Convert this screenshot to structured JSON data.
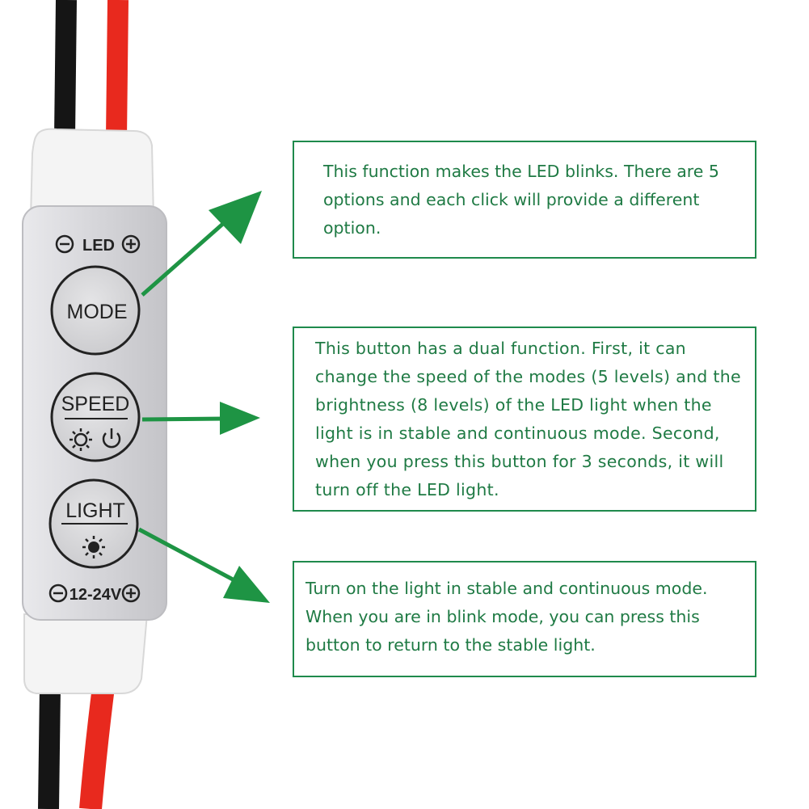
{
  "device": {
    "top_label": "LED",
    "bottom_label": "12-24V",
    "buttons": [
      {
        "label": "MODE"
      },
      {
        "label": "SPEED"
      },
      {
        "label": "LIGHT"
      }
    ]
  },
  "callouts": {
    "mode": "This function makes the LED blinks. There are 5 options and each click will provide a different option.",
    "speed": "This button has a dual function. First, it can change the speed of the modes (5 levels) and the brightness (8 levels) of the LED light when the light is in stable and continuous mode. Second, when you press this button for 3 seconds, it will turn off the LED light.",
    "light": "Turn on the light in stable and continuous mode. When you are in blink mode, you can press this button to return to the stable light."
  },
  "colors": {
    "arrow": "#1e9444",
    "box_border": "#1f8a4c",
    "text": "#1f7a44",
    "wire_red": "#e8291e",
    "wire_black": "#151515"
  }
}
